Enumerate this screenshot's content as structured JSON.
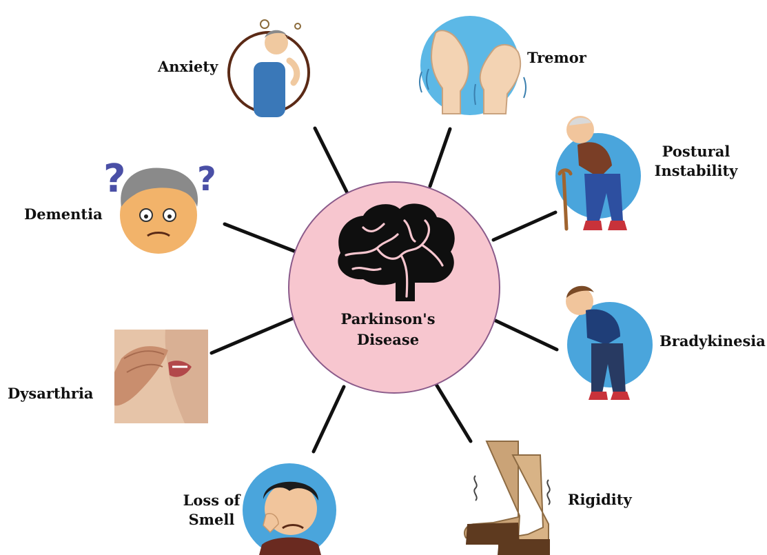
{
  "diagram": {
    "center": {
      "line1": "Parkinson's",
      "line2": "Disease",
      "fill_color": "#f7c6cf",
      "stroke_color": "#8a5a8a",
      "icon": "brain-icon"
    },
    "spoke_color": "#111111",
    "symptoms": [
      {
        "id": "anxiety",
        "lines": [
          "Anxiety"
        ],
        "icon": "worried-man-icon"
      },
      {
        "id": "tremor",
        "lines": [
          "Tremor"
        ],
        "icon": "shaking-hands-icon"
      },
      {
        "id": "postural-instability",
        "lines": [
          "Postural",
          "Instability"
        ],
        "icon": "elderly-man-with-cane-icon"
      },
      {
        "id": "bradykinesia",
        "lines": [
          "Bradykinesia"
        ],
        "icon": "tired-man-icon"
      },
      {
        "id": "rigidity",
        "lines": [
          "Rigidity"
        ],
        "icon": "stiff-boots-icon"
      },
      {
        "id": "loss-of-smell",
        "lines": [
          "Loss of",
          "Smell"
        ],
        "icon": "man-holding-nose-icon"
      },
      {
        "id": "dysarthria",
        "lines": [
          "Dysarthria"
        ],
        "icon": "hand-at-mouth-icon"
      },
      {
        "id": "dementia",
        "lines": [
          "Dementia"
        ],
        "icon": "confused-elder-icon"
      }
    ],
    "question_mark": "?"
  }
}
